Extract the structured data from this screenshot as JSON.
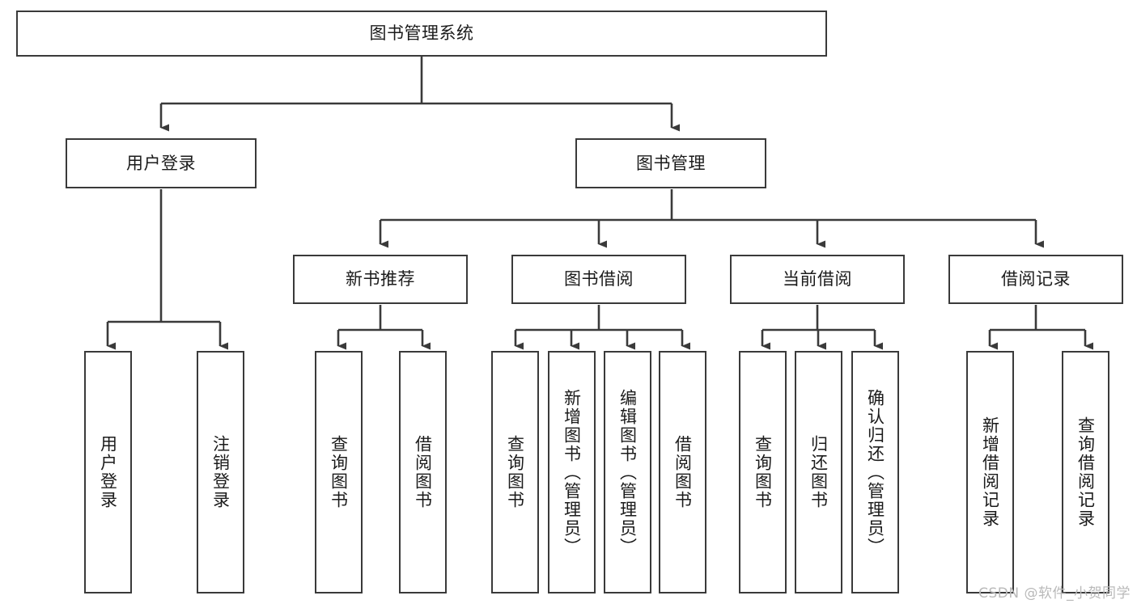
{
  "diagram": {
    "title": "图书管理系统",
    "type": "hierarchy-tree",
    "root": {
      "label": "图书管理系统"
    },
    "level2": [
      {
        "label": "用户登录"
      },
      {
        "label": "图书管理"
      }
    ],
    "level3": [
      {
        "label": "新书推荐"
      },
      {
        "label": "图书借阅"
      },
      {
        "label": "当前借阅"
      },
      {
        "label": "借阅记录"
      }
    ],
    "leaves": {
      "user_login": [
        {
          "label": "用户登录"
        },
        {
          "label": "注销登录"
        }
      ],
      "new_book_recommend": [
        {
          "label": "查询图书"
        },
        {
          "label": "借阅图书"
        }
      ],
      "book_borrow": [
        {
          "label": "查询图书"
        },
        {
          "label": "新增图书（管理员）"
        },
        {
          "label": "编辑图书（管理员）"
        },
        {
          "label": "借阅图书"
        }
      ],
      "current_borrow": [
        {
          "label": "查询图书"
        },
        {
          "label": "归还图书"
        },
        {
          "label": "确认归还（管理员）"
        }
      ],
      "borrow_record": [
        {
          "label": "新增借阅记录"
        },
        {
          "label": "查询借阅记录"
        }
      ]
    }
  },
  "watermark": {
    "text": "CSDN @软件_小贺同学"
  },
  "colors": {
    "border": "#3a3a3a",
    "text": "#1b1b1b",
    "background": "#ffffff",
    "watermark": "#b9b9b9"
  }
}
